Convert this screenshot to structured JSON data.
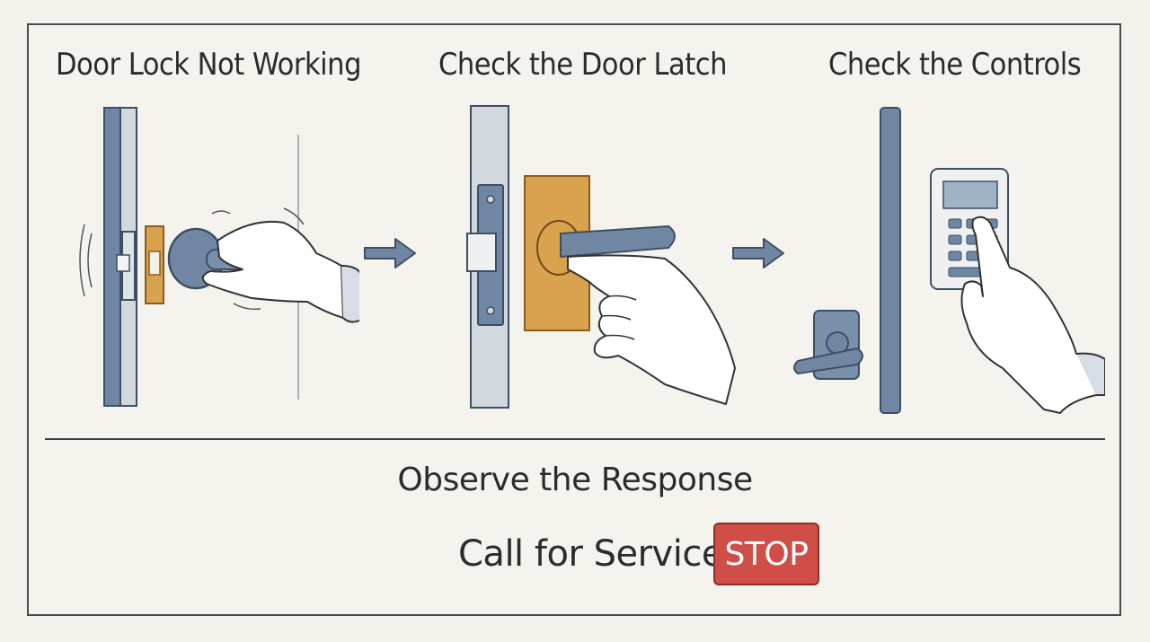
{
  "steps": [
    {
      "title": "Door Lock Not Working"
    },
    {
      "title": "Check the Door Latch"
    },
    {
      "title": "Check the Controls"
    }
  ],
  "observe_label": "Observe the Response",
  "service_label": "Call for Service",
  "stop_label": "STOP",
  "colors": {
    "door_frame": "#6f87a3",
    "brass_plate": "#d9a24f",
    "stop_red": "#cf4e48",
    "background": "#f2f1ec"
  }
}
